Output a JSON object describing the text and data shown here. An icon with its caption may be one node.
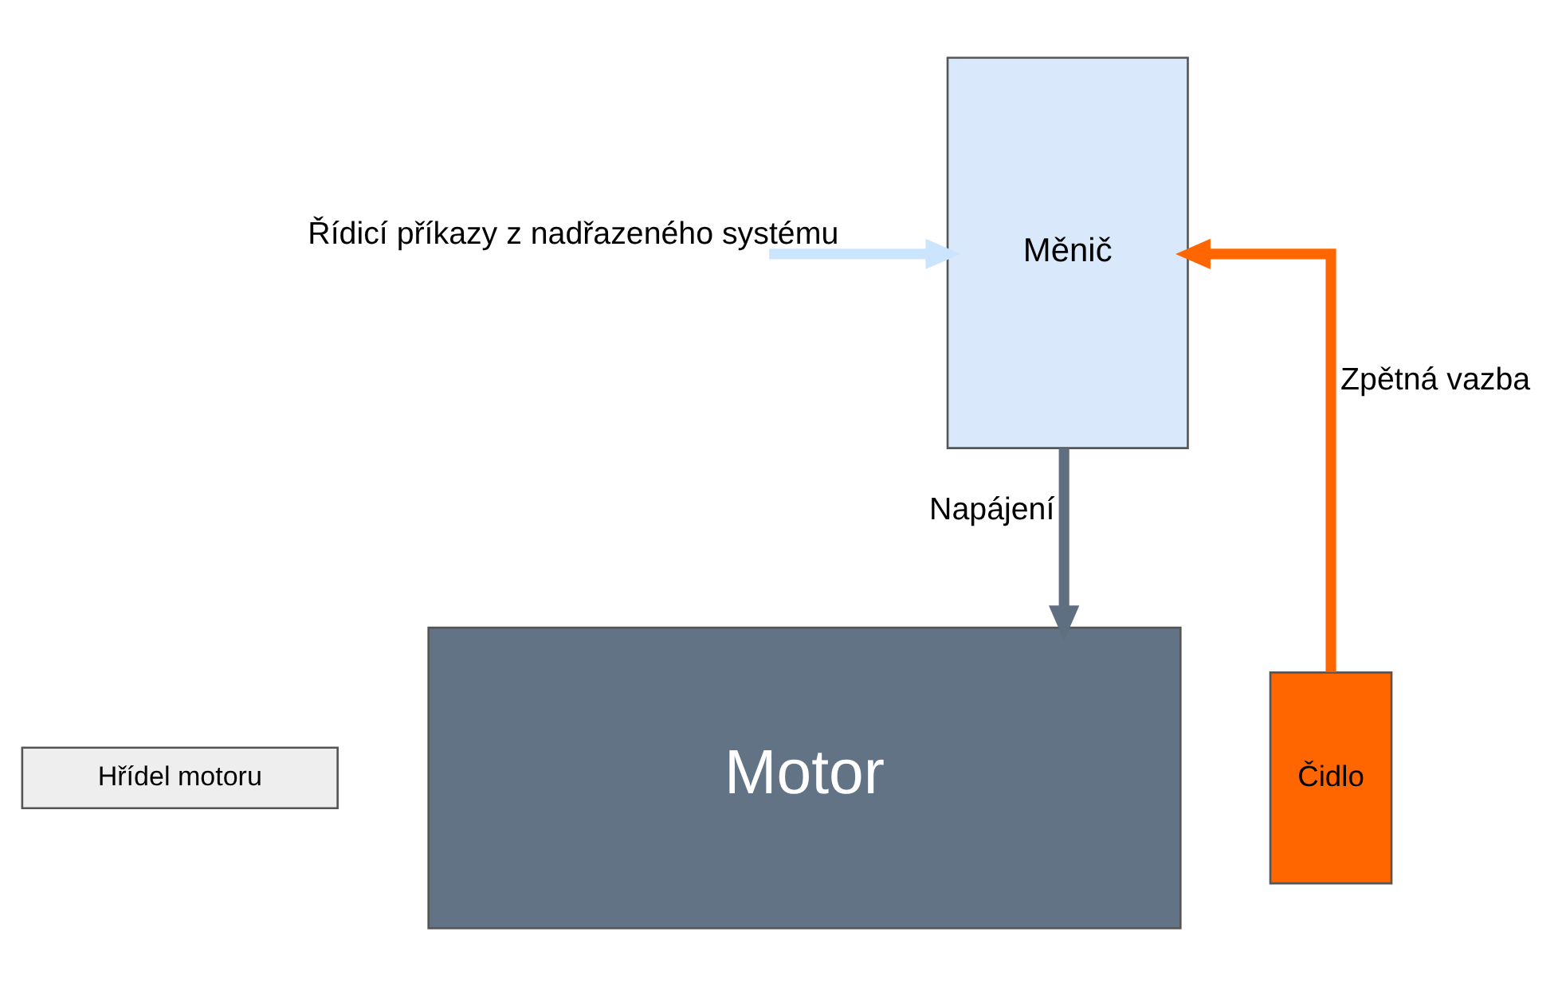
{
  "diagram": {
    "nodes": [
      {
        "text": [
          "Měnič"
        ]
      },
      {
        "text": [
          "Motor"
        ]
      },
      {
        "text": [
          "Čidlo"
        ]
      },
      {
        "text": [
          "Hřídel motoru"
        ]
      }
    ],
    "edges": [
      {
        "from": null,
        "to": 0,
        "arrow": "to",
        "label": "Řídicí příkazy z nadřazeného systému",
        "color": "#cce5ff"
      },
      {
        "from": 0,
        "to": 1,
        "arrow": "to",
        "label": "Napájení",
        "color": "#5f6f82"
      },
      {
        "from": 2,
        "to": 0,
        "arrow": "to",
        "label": "Zpětná vazba",
        "color": "#ff6600"
      }
    ]
  }
}
